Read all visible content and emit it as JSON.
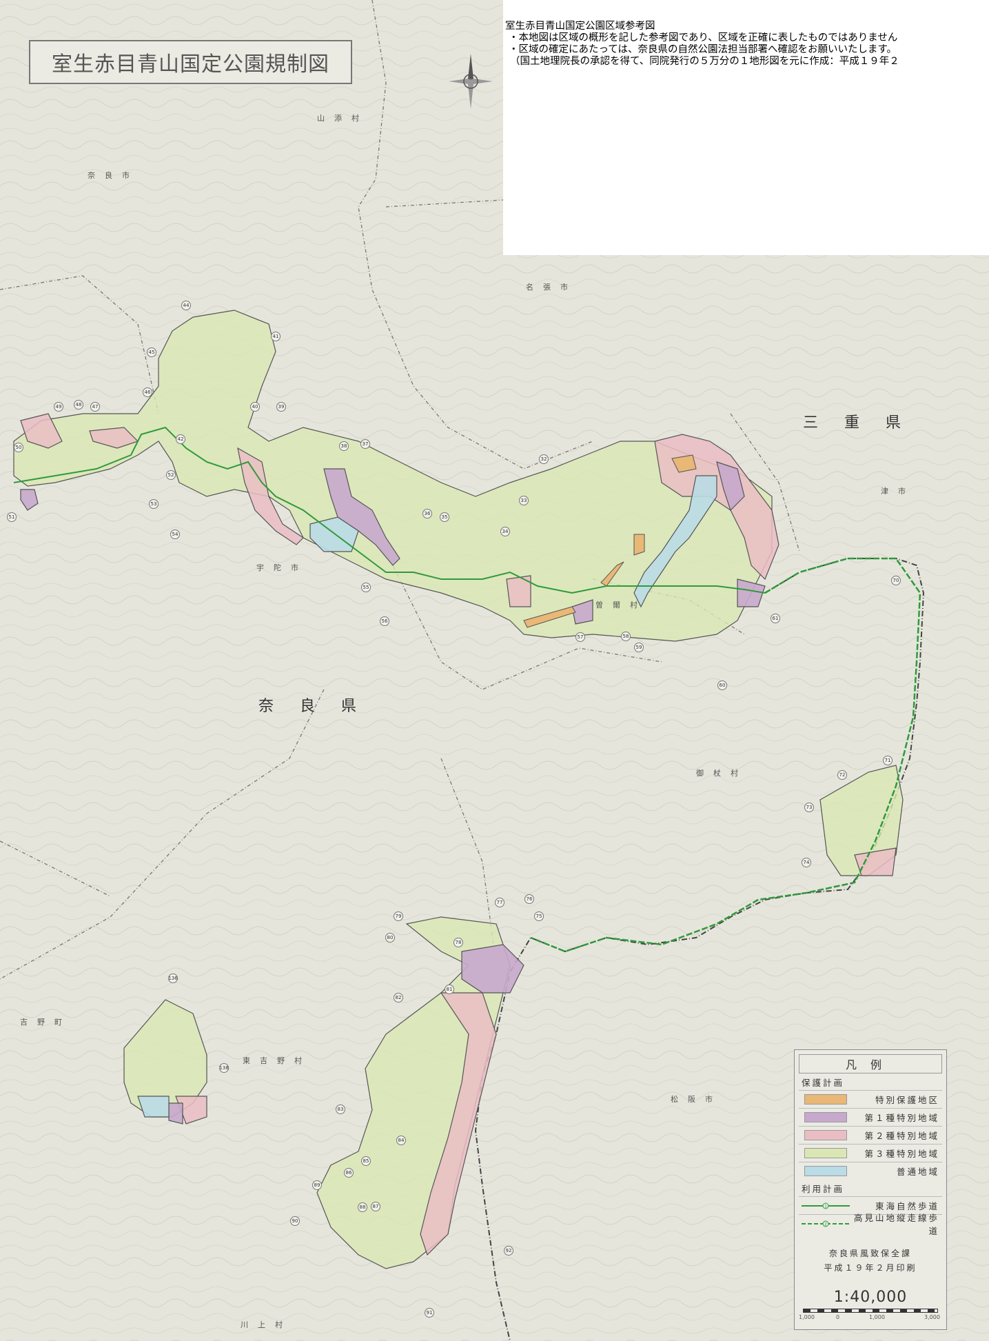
{
  "title": "室生赤目青山国定公園規制図",
  "notice": {
    "heading": "室生赤目青山国定公園区域参考図",
    "line1": "・本地図は区域の概形を記した参考図であり、区域を正確に表したものではありません",
    "line2": "・区域の確定にあたっては、奈良県の自然公園法担当部署へ確認をお願いいたします。",
    "line3": "（国土地理院長の承認を得て、同院発行の５万分の１地形図を元に作成：平成１９年２"
  },
  "prefectures": {
    "mie": "三重県",
    "nara": "奈良県"
  },
  "municipalities": {
    "yamazoe": "山添村",
    "nara_city": "奈良市",
    "nabari": "名張市",
    "tsu": "津市",
    "uda": "宇陀市",
    "soni": "曽爾村",
    "mitsue": "御杖村",
    "yoshino": "吉野町",
    "higashiyoshino": "東吉野村",
    "matsusaka": "松阪市",
    "kawakami": "川上村"
  },
  "legend": {
    "heading": "凡例",
    "protection_heading": "保護計画",
    "items": [
      {
        "label": "特別保護地区",
        "color": "#e9b776"
      },
      {
        "label": "第１種特別地域",
        "color": "#c6a9cc"
      },
      {
        "label": "第２種特別地域",
        "color": "#eabdc4"
      },
      {
        "label": "第３種特別地域",
        "color": "#dae7b4"
      },
      {
        "label": "普通地域",
        "color": "#b9dce6"
      }
    ],
    "use_heading": "利用計画",
    "routes": [
      {
        "label": "東海自然歩道",
        "number": "1",
        "color": "#2f9a3a",
        "style": "solid"
      },
      {
        "label": "高見山地縦走線歩道",
        "number": "2",
        "color": "#2f9a3a",
        "style": "dashed"
      }
    ],
    "issuer": "奈良県風致保全課",
    "printed": "平成１９年２月印刷",
    "scale": "1:40,000",
    "scale_ticks": [
      "1,000",
      "0",
      "1,000",
      "3,000"
    ]
  },
  "route_numbers": [
    "44",
    "45",
    "46",
    "47",
    "48",
    "49",
    "50",
    "51",
    "52",
    "53",
    "54",
    "55",
    "56",
    "57",
    "58",
    "59",
    "60",
    "61",
    "41",
    "42",
    "40",
    "39",
    "38",
    "37",
    "36",
    "35",
    "34",
    "33",
    "32",
    "70",
    "71",
    "72",
    "73",
    "74",
    "75",
    "76",
    "77",
    "78",
    "79",
    "80",
    "81",
    "82",
    "83",
    "84",
    "85",
    "86",
    "87",
    "88",
    "89",
    "90",
    "91",
    "92",
    "136",
    "138"
  ]
}
